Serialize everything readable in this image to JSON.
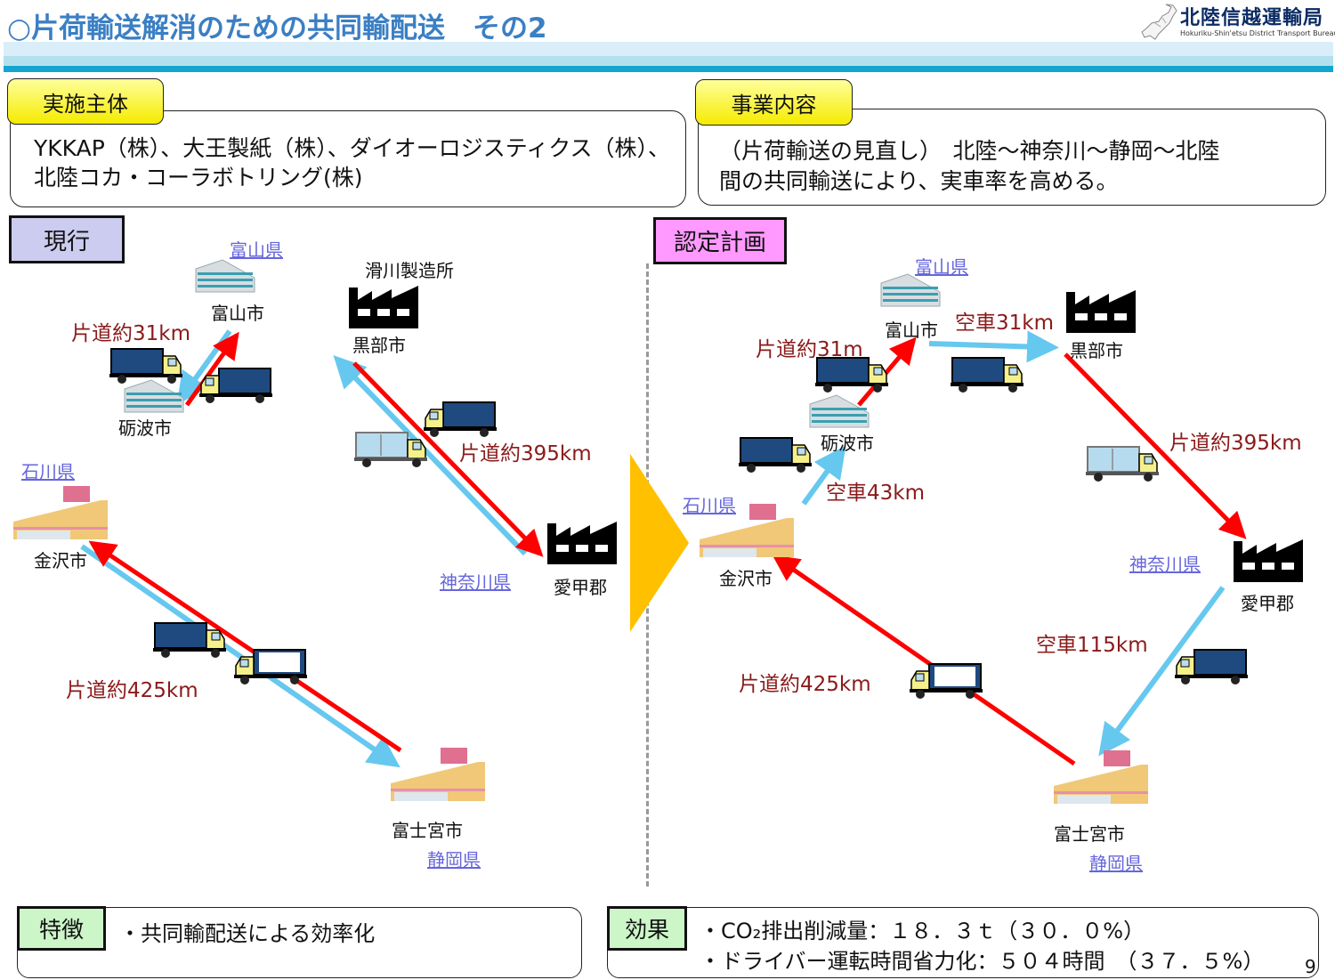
{
  "header": {
    "title": "○片荷輸送解消のための共同輸配送　その2",
    "org_name": "北陸信越運輸局",
    "org_name_en": "Hokuriku-Shin'etsu District Transport Bureau"
  },
  "implementer": {
    "label": "実施主体",
    "lines": [
      "YKKAP（株）、大王製紙（株）、ダイオーロジスティクス（株）、",
      "北陸コカ・コーラボトリング(株)"
    ]
  },
  "business": {
    "label": "事業内容",
    "lines": [
      "（片荷輸送の見直し）　北陸～神奈川～静岡～北陸",
      "間の共同輸送により、実車率を高める。"
    ]
  },
  "current": {
    "label": "現行",
    "prefectures": {
      "toyama": "富山県",
      "ishikawa": "石川県",
      "kanagawa": "神奈川県",
      "shizuoka": "静岡県"
    },
    "places": {
      "toyama_city": "富山市",
      "tonami_city": "砺波市",
      "namerikawa_plant": "滑川製造所",
      "kurobe_city": "黒部市",
      "aiko_gun": "愛甲郡",
      "kanazawa_city": "金沢市",
      "fujinomiya_city": "富士宮市"
    },
    "distances": {
      "tonami_toyama": "片道約31km",
      "kurobe_aiko": "片道約395km",
      "kanazawa_fuji": "片道約425km"
    }
  },
  "plan": {
    "label": "認定計画",
    "prefectures": {
      "toyama": "富山県",
      "ishikawa": "石川県",
      "kanagawa": "神奈川県",
      "shizuoka": "静岡県"
    },
    "places": {
      "toyama_city": "富山市",
      "tonami_city": "砺波市",
      "kurobe_city": "黒部市",
      "aiko_gun": "愛甲郡",
      "kanazawa_city": "金沢市",
      "fujinomiya_city": "富士宮市"
    },
    "distances": {
      "tonami_toyama": "片道約31m",
      "toyama_kurobe": "空車31km",
      "kanazawa_tonami": "空車43km",
      "kurobe_aiko": "片道約395km",
      "aiko_fuji": "空車115km",
      "fuji_kanazawa": "片道約425km"
    }
  },
  "colors": {
    "loaded_route": "#ff0000",
    "empty_route": "#66c8ee",
    "transition_arrow": "#ffc000"
  },
  "features": {
    "label": "特徴",
    "items": [
      "・共同輸配送による効率化"
    ]
  },
  "effects": {
    "label": "効果",
    "items": [
      "・CO₂排出削減量：１８．３ｔ（３０．０%）",
      "・ドライバー運転時間省力化：５０４時間　（３７．５%）"
    ]
  },
  "page_number": "9"
}
